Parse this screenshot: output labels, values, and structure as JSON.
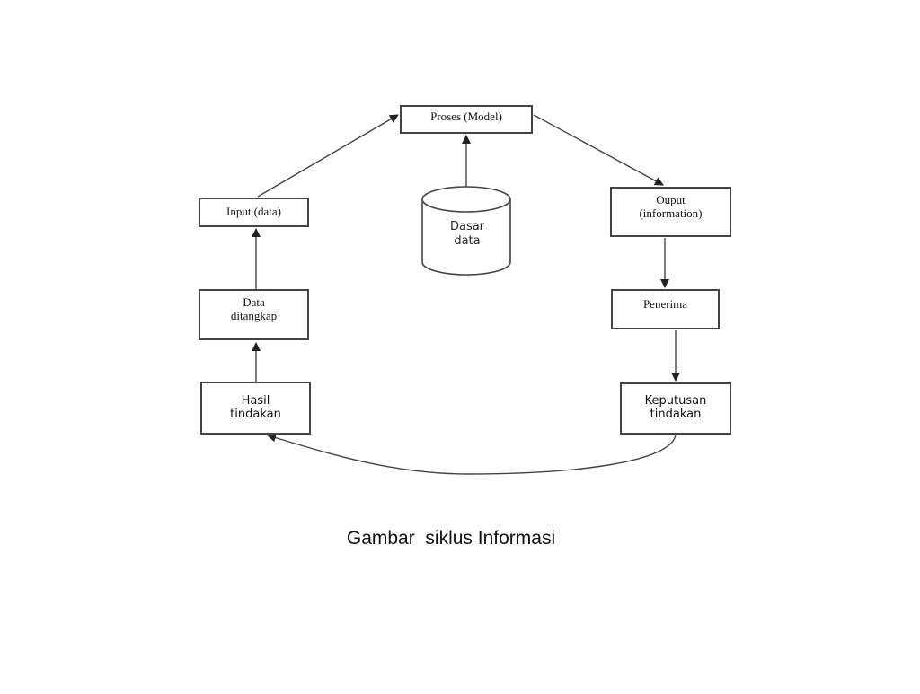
{
  "diagram": {
    "nodes": {
      "proses": "Proses (Model)",
      "input": "Input (data)",
      "data_ditangkap": "Data\nditangkap",
      "hasil_tindakan": "Hasil\ntindakan",
      "output": "Ouput\n(information)",
      "penerima": "Penerima",
      "keputusan_tindakan": "Keputusan\ntindakan",
      "dasar_data": "Dasar\ndata"
    },
    "edges": [
      {
        "from": "input",
        "to": "proses"
      },
      {
        "from": "dasar_data",
        "to": "proses"
      },
      {
        "from": "proses",
        "to": "output"
      },
      {
        "from": "output",
        "to": "penerima"
      },
      {
        "from": "penerima",
        "to": "keputusan_tindakan"
      },
      {
        "from": "keputusan_tindakan",
        "to": "hasil_tindakan"
      },
      {
        "from": "hasil_tindakan",
        "to": "data_ditangkap"
      },
      {
        "from": "data_ditangkap",
        "to": "input"
      }
    ]
  },
  "caption": "Gambar  siklus Informasi",
  "colors": {
    "stroke": "#444444",
    "background": "#ffffff",
    "text": "#111111"
  }
}
